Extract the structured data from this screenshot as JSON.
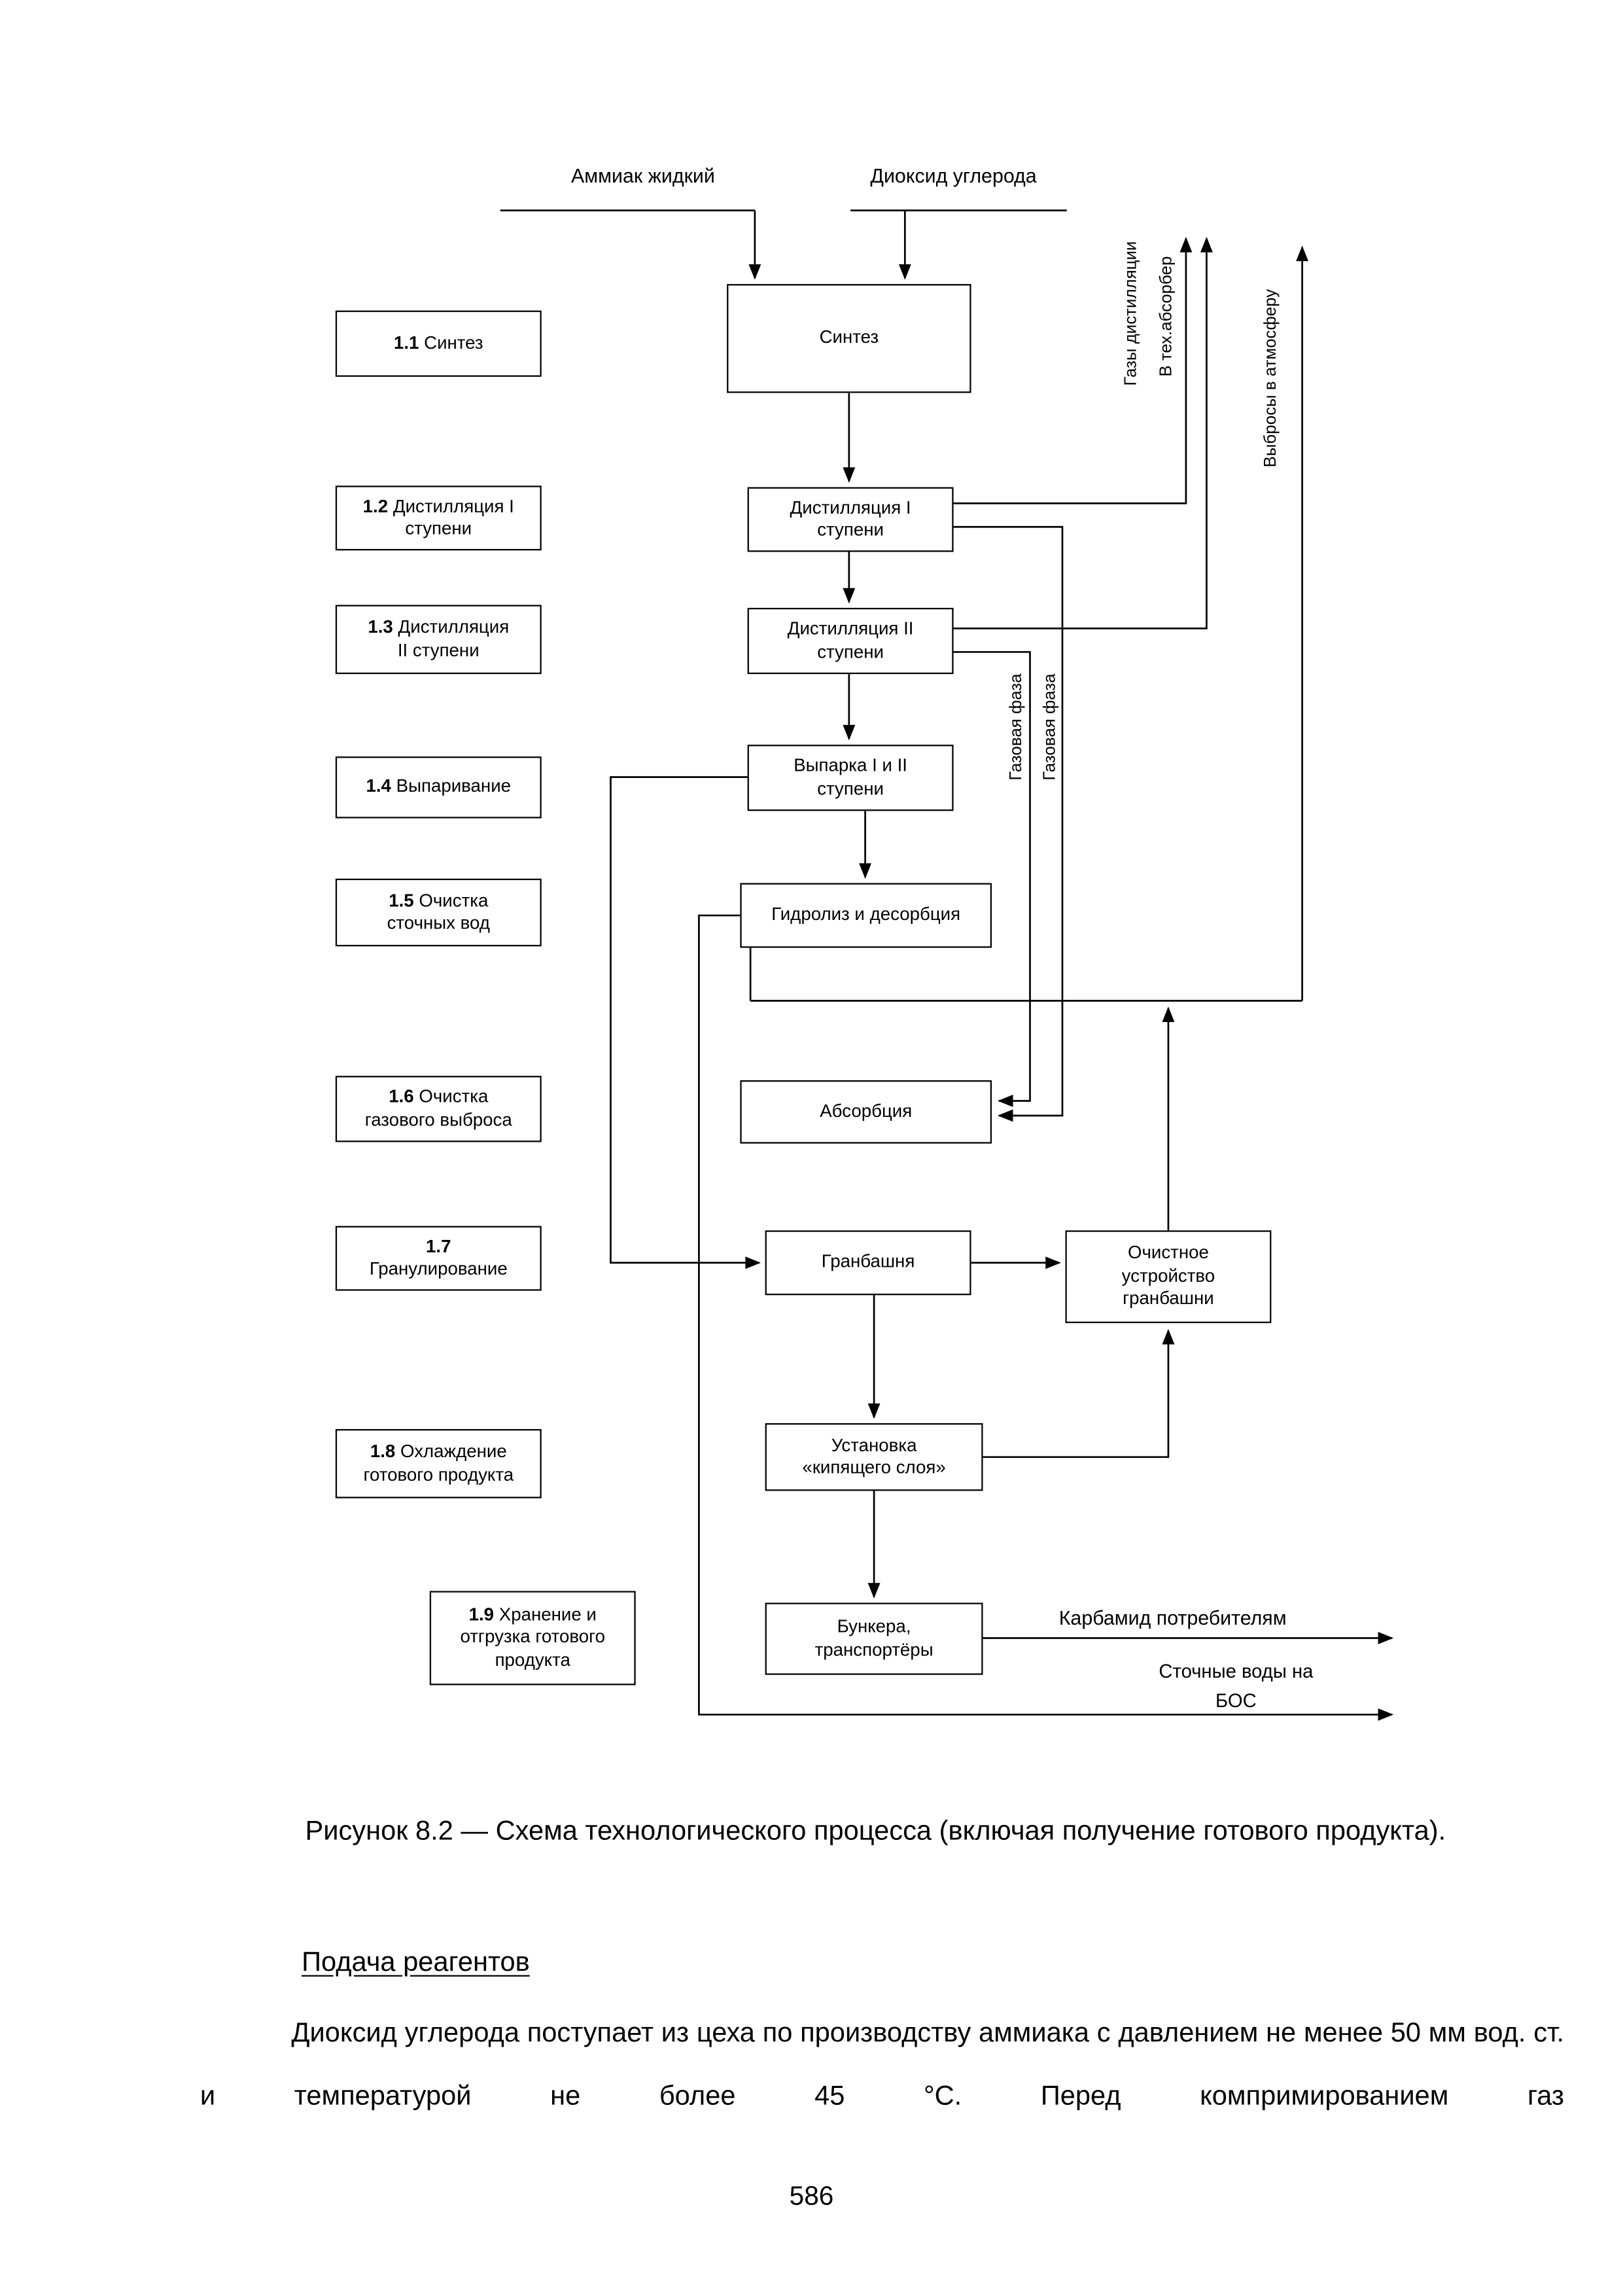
{
  "diagram": {
    "inputs": {
      "ammonia": "Аммиак жидкий",
      "co2": "Диоксид углерода"
    },
    "left_boxes": [
      {
        "num": "1.1",
        "label": " Синтез"
      },
      {
        "num": "1.2",
        "label": " Дистилляция I\nступени"
      },
      {
        "num": "1.3",
        "label": " Дистилляция\nII ступени"
      },
      {
        "num": "1.4",
        "label": " Выпаривание"
      },
      {
        "num": "1.5",
        "label": " Очистка\nсточных вод"
      },
      {
        "num": "1.6",
        "label": " Очистка\nгазового выброса"
      },
      {
        "num": "1.7",
        "label": "\nГранулирование"
      },
      {
        "num": "1.8",
        "label": " Охлаждение\nготового продукта"
      },
      {
        "num": "1.9",
        "label": " Хранение и\nотгрузка готового\nпродукта"
      }
    ],
    "process_boxes": [
      {
        "label": "Синтез"
      },
      {
        "label": "Дистилляция I\nступени"
      },
      {
        "label": "Дистилляция II\nступени"
      },
      {
        "label": "Выпарка I и II\nступени"
      },
      {
        "label": "Гидролиз и десорбция"
      },
      {
        "label": "Абсорбция"
      },
      {
        "label": "Гранбашня"
      },
      {
        "label": "Очистное\nустройство\nгранбашни"
      },
      {
        "label": "Установка\n«кипящего слоя»"
      },
      {
        "label": "Бункера,\nтранспортёры"
      }
    ],
    "rotated_labels": [
      {
        "label": "Газы дистилляции"
      },
      {
        "label": "В тех.абсорбер"
      },
      {
        "label": "Выбросы в атмосферу"
      },
      {
        "label": "Газовая фаза"
      },
      {
        "label": "Газовая фаза"
      }
    ],
    "outputs": {
      "urea": "Карбамид потребителям",
      "wastewater": "Сточные воды на БОС"
    }
  },
  "caption": "Рисунок 8.2 — Схема технологического процесса (включая получение готового продукта).",
  "section_heading": "Подача реагентов",
  "paragraph": "Диоксид углерода поступает из цеха по производству аммиака с давлением не менее 50 мм вод. ст. и температурой не более 45 °С. Перед компримированием газ",
  "page_number": "586"
}
